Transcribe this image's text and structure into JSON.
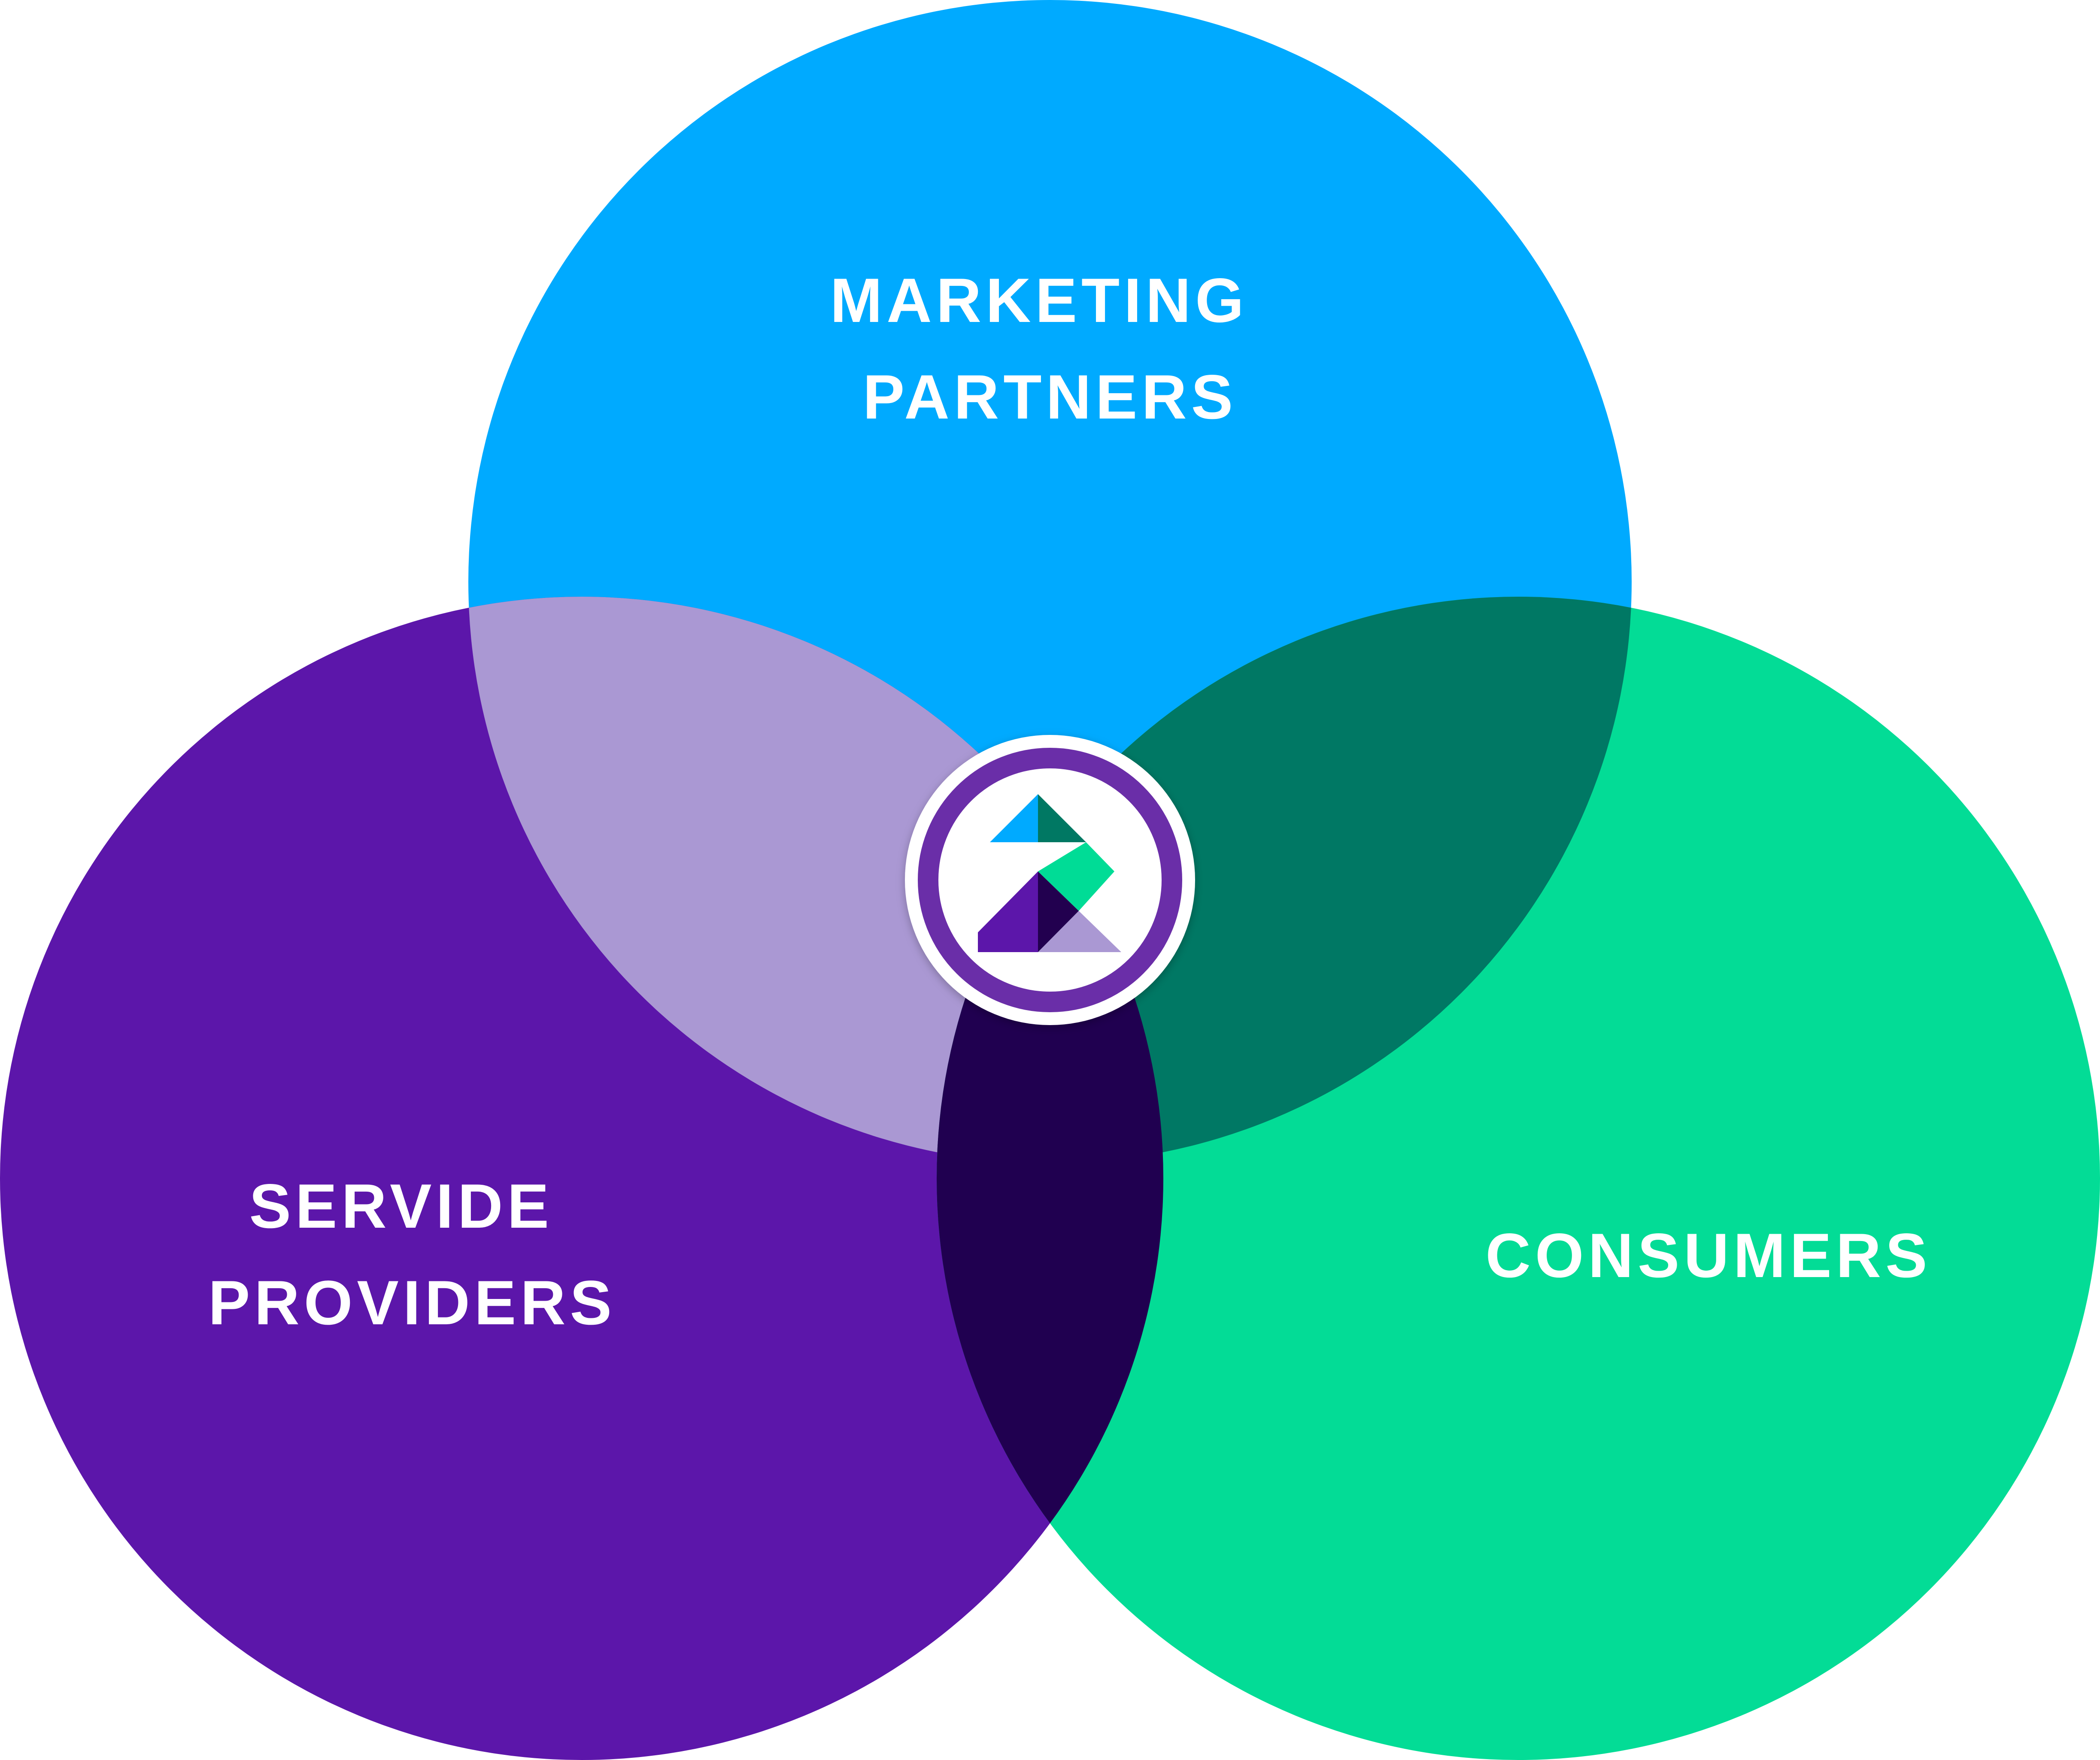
{
  "diagram": {
    "type": "venn",
    "sets": [
      {
        "id": "marketing",
        "lines": [
          "MARKETING",
          "PARTNERS"
        ],
        "color": "#00AAFF"
      },
      {
        "id": "service",
        "lines": [
          "SERVIDE",
          "PROVIDERS"
        ],
        "color": "#5C16AA"
      },
      {
        "id": "consumers",
        "lines": [
          "CONSUMERS"
        ],
        "color": "#03DC96"
      }
    ],
    "intersections": {
      "marketing_service": "#AA98D3",
      "marketing_consumers": "#007864",
      "service_consumers": "#200050"
    },
    "center_logo": {
      "icon": "brand-logo-icon",
      "ring_color": "#6B2FA8",
      "segment_colors": [
        "#00AAFF",
        "#007864",
        "#03DC96",
        "#5C16AA",
        "#200050",
        "#AA98D3"
      ]
    }
  }
}
